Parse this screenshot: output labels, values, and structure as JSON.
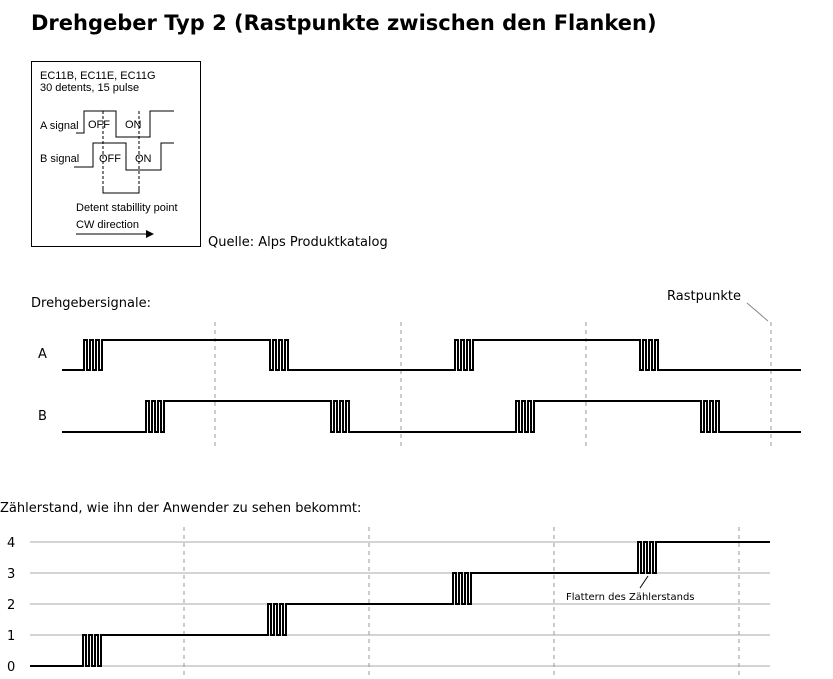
{
  "title": "Drehgeber Typ 2 (Rastpunkte zwischen den Flanken)",
  "alps": {
    "models": "EC11B, EC11E, EC11G",
    "spec": "30 detents, 15 pulse",
    "a_label": "A signal",
    "b_label": "B signal",
    "off": "OFF",
    "on": "ON",
    "detent_label": "Detent stabillity point",
    "cw_label": "CW direction",
    "source": "Quelle: Alps Produktkatalog"
  },
  "signals": {
    "heading": "Drehgebersignale:",
    "rast_label": "Rastpunkte",
    "a_name": "A",
    "b_name": "B"
  },
  "counter": {
    "heading": "Zählerstand, wie ihn der Anwender zu sehen bekommt:",
    "levels": [
      "4",
      "3",
      "2",
      "1",
      "0"
    ],
    "flatter_label": "Flattern des Zählerstands"
  }
}
